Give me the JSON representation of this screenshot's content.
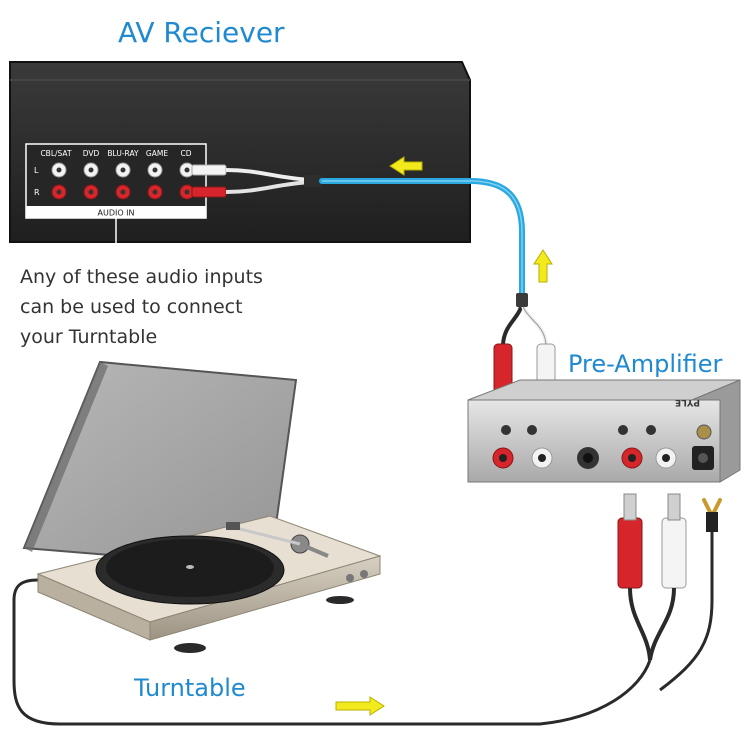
{
  "labels": {
    "receiver": "AV Reciever",
    "preamp": "Pre-Amplifier",
    "turntable": "Turntable"
  },
  "note_lines": [
    "Any of these audio inputs",
    "can be used to connect",
    "your Turntable"
  ],
  "receiver_panel": {
    "inputs": [
      "CBL/SAT",
      "DVD",
      "BLU-RAY",
      "GAME",
      "CD"
    ],
    "channel_left": "L",
    "channel_right": "R",
    "footer": "AUDIO IN"
  },
  "preamp_brand": "PYLE",
  "colors": {
    "accent_blue": "#1f8ad0",
    "arrow_yellow": "#f2ea1c",
    "cable_blue": "#2aa8e0",
    "rca_red": "#d7262b",
    "rca_white": "#ececec",
    "receiver_body": "#2b2b2b"
  }
}
